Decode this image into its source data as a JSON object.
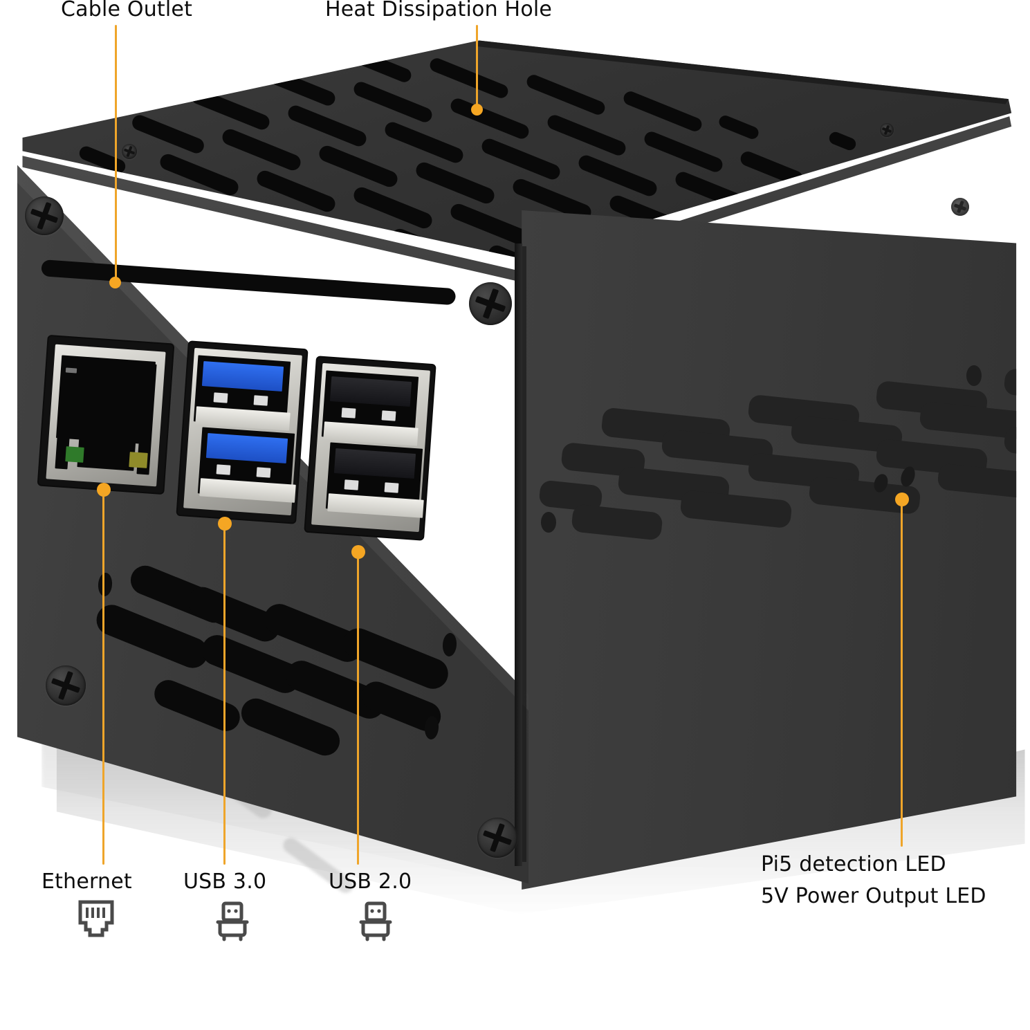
{
  "image": {
    "subject": "Raspberry Pi 5 metal NAS / mini-PC case, isometric product photo with labeled callouts",
    "background_color": "#ffffff",
    "accent_color": "#f5a623",
    "body_color": "#3a3a3a",
    "label_color": "#0d0d0d"
  },
  "callouts": [
    {
      "id": "cable-outlet",
      "label": "Cable Outlet",
      "position": "top-left",
      "points_to": "long horizontal slot on front panel",
      "icon": null
    },
    {
      "id": "heat-dissipation-hole",
      "label": "Heat Dissipation Hole",
      "position": "top-center",
      "points_to": "perforated vent slots on top lid",
      "icon": null
    },
    {
      "id": "ethernet",
      "label": "Ethernet",
      "position": "bottom-left",
      "points_to": "RJ45 jack",
      "icon": "ethernet-rj45-icon"
    },
    {
      "id": "usb3",
      "label": "USB 3.0",
      "position": "bottom-left",
      "points_to": "stacked blue USB ports",
      "icon": "usb-plug-icon"
    },
    {
      "id": "usb2",
      "label": "USB 2.0",
      "position": "bottom-center",
      "points_to": "stacked black USB ports",
      "icon": "usb-plug-icon"
    },
    {
      "id": "pi5-detection-led",
      "label": "Pi5 detection LED",
      "position": "bottom-right",
      "points_to": "small LED hole on rear panel",
      "icon": null
    },
    {
      "id": "power-output-led",
      "label": "5V Power Output LED",
      "position": "bottom-right",
      "points_to": "small LED hole on rear panel",
      "icon": null
    }
  ],
  "ports": {
    "ethernet": {
      "type": "RJ45",
      "count": 1,
      "led_colors": [
        "#2f7a2a",
        "#8f8b2a"
      ]
    },
    "usb3": {
      "type": "USB 3.0",
      "count": 2,
      "insert_color": "#2f6ff0"
    },
    "usb2": {
      "type": "USB 2.0",
      "count": 2,
      "insert_color": "#242428"
    }
  },
  "features": {
    "screws": 4,
    "led_holes": 2,
    "top_vent_rows": 9,
    "side_vent_rows": 4
  }
}
